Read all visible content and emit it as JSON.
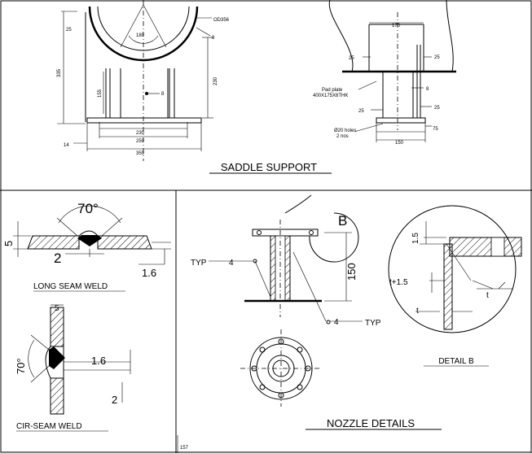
{
  "saddle": {
    "title": "SADDLE SUPPORT",
    "dims": {
      "d25": "25",
      "od": "OD356",
      "d8": "8",
      "d180": "180",
      "h335": "335",
      "h230": "230",
      "h155": "155",
      "d8b": "8",
      "w230": "230",
      "w250": "250",
      "w359": "359",
      "d14": "14"
    },
    "side_dims": {
      "d170": "170",
      "d25a": "25",
      "d25b": "25",
      "d8": "8",
      "d25c": "25",
      "d25d": "25",
      "d75": "75",
      "d150": "150",
      "pad_label": "Pad plate",
      "pad_size": "400X175X6THK",
      "holes_label": "Ø20 holes",
      "holes_count": "2 nos"
    }
  },
  "long_seam": {
    "title": "LONG SEAM WELD",
    "angle": "70°",
    "dim_5": "5",
    "dim_2": "2",
    "dim_16": "1.6"
  },
  "cir_seam": {
    "title": "CIR-SEAM WELD",
    "angle": "70°",
    "dim_5": "5",
    "dim_16": "1.6",
    "dim_2": "2"
  },
  "nozzle": {
    "title": "NOZZLE DETAILS",
    "detail_mark": "B",
    "typ_left": "TYP",
    "typ_right": "TYP",
    "weld_size": "4",
    "height": "150"
  },
  "detail_b": {
    "title": "DETAIL B",
    "dim_15": "1.5",
    "dim_t15": "t+1.5",
    "dim_t": "t",
    "weld_t": "t"
  },
  "footer": {
    "mark": "157"
  }
}
